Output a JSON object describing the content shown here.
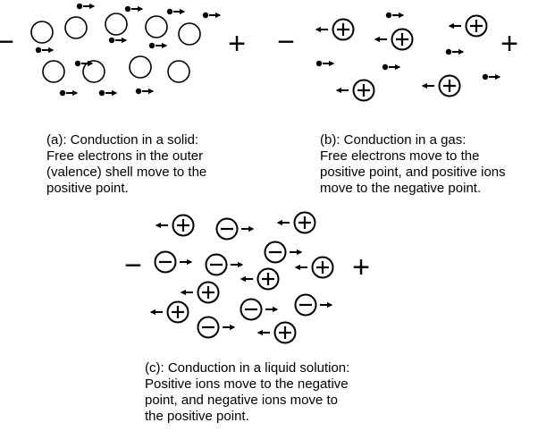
{
  "panels": {
    "a": {
      "caption": [
        "(a):  Conduction in a solid:",
        "Free electrons in the outer",
        "(valence) shell move to the",
        "positive point."
      ],
      "negative_terminal": "−",
      "positive_terminal": "+"
    },
    "b": {
      "caption": [
        "(b):  Conduction in a gas:",
        "Free electrons move to the",
        "positive point, and positive ions",
        "move to the negative point."
      ],
      "negative_terminal": "−",
      "positive_terminal": "+"
    },
    "c": {
      "caption": [
        "(c):  Conduction in a liquid solution:",
        "Positive ions move to the negative",
        "point, and negative ions move to",
        "the positive point."
      ],
      "negative_terminal": "−",
      "positive_terminal": "+"
    }
  }
}
